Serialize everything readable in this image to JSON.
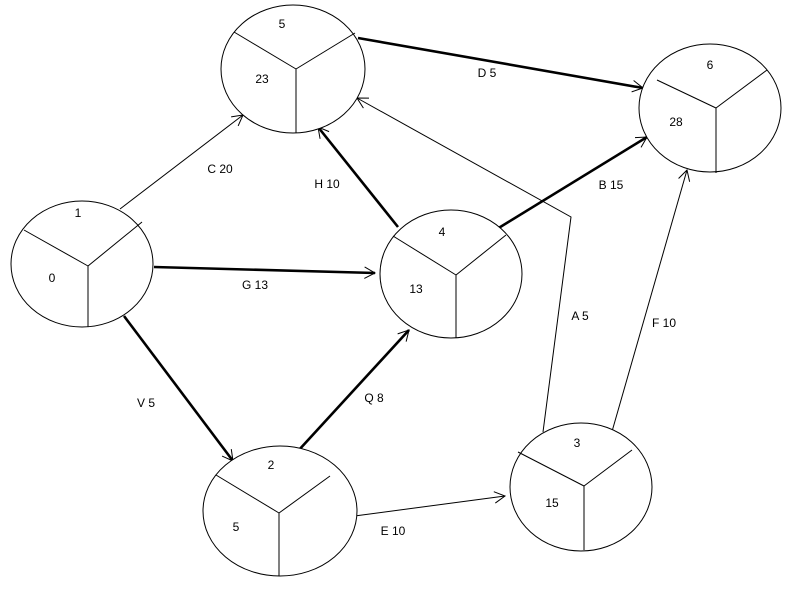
{
  "diagram": {
    "colors": {
      "stroke": "#000000",
      "background": "#ffffff"
    },
    "nodes": [
      {
        "id": "1",
        "label": "1",
        "earliest": "0"
      },
      {
        "id": "2",
        "label": "2",
        "earliest": "5"
      },
      {
        "id": "3",
        "label": "3",
        "earliest": "15"
      },
      {
        "id": "4",
        "label": "4",
        "earliest": "13"
      },
      {
        "id": "5",
        "label": "5",
        "earliest": "23"
      },
      {
        "id": "6",
        "label": "6",
        "earliest": "28"
      }
    ],
    "edges": [
      {
        "id": "C",
        "label": "C 20",
        "from": "1",
        "to": "5",
        "bold": false
      },
      {
        "id": "G",
        "label": "G 13",
        "from": "1",
        "to": "4",
        "bold": true
      },
      {
        "id": "V",
        "label": "V 5",
        "from": "1",
        "to": "2",
        "bold": true
      },
      {
        "id": "Q",
        "label": "Q 8",
        "from": "2",
        "to": "4",
        "bold": true
      },
      {
        "id": "E",
        "label": "E 10",
        "from": "2",
        "to": "3",
        "bold": false
      },
      {
        "id": "H",
        "label": "H 10",
        "from": "4",
        "to": "5",
        "bold": true
      },
      {
        "id": "B",
        "label": "B 15",
        "from": "4",
        "to": "6",
        "bold": true
      },
      {
        "id": "D",
        "label": "D 5",
        "from": "5",
        "to": "6",
        "bold": true
      },
      {
        "id": "A",
        "label": "A 5",
        "from": "3",
        "to": "5",
        "bold": false
      },
      {
        "id": "F",
        "label": "F 10",
        "from": "3",
        "to": "6",
        "bold": false
      }
    ]
  }
}
